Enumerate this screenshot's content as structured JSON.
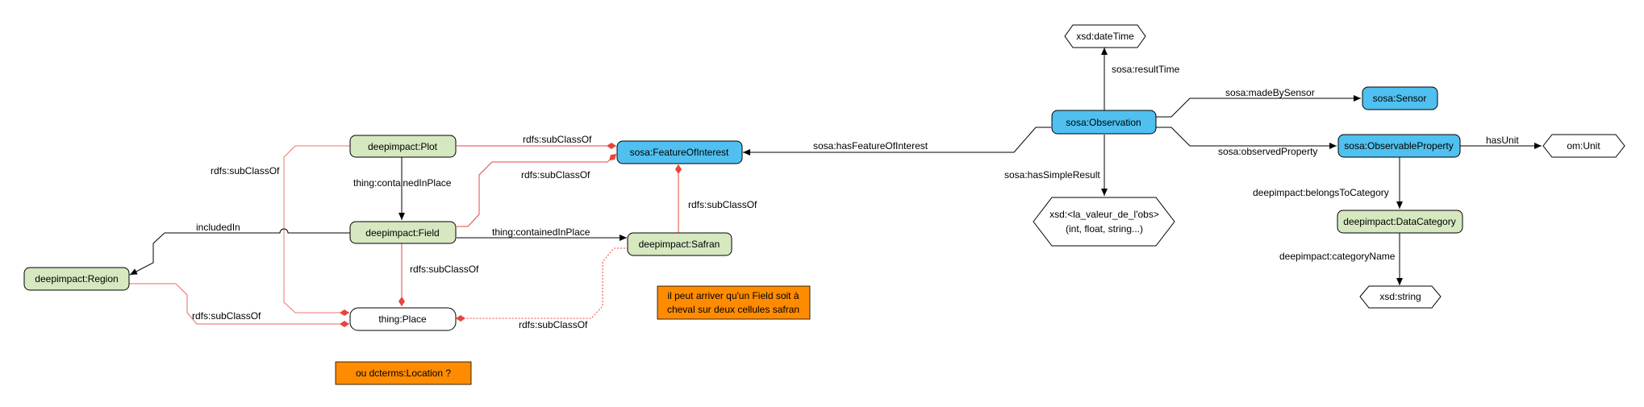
{
  "colors": {
    "green": "#d5e8c0",
    "blue": "#4fc0ef",
    "white": "#ffffff",
    "orange": "#ff8c00",
    "red": "#e8453c",
    "edge": "#000000",
    "outline": "#000000"
  },
  "nodes": {
    "plot": "deepimpact:Plot",
    "field": "deepimpact:Field",
    "region": "deepimpact:Region",
    "place": "thing:Place",
    "safran": "deepimpact:Safran",
    "foi": "sosa:FeatureOfInterest",
    "observation": "sosa:Observation",
    "datetime": "xsd:dateTime",
    "sensor": "sosa:Sensor",
    "observable_property": "sosa:ObservableProperty",
    "unit": "om:Unit",
    "value_line1": "xsd:<la_valeur_de_l'obs>",
    "value_line2": "(int, float, string...)",
    "data_category": "deepimpact:DataCategory",
    "string": "xsd:string"
  },
  "notes": {
    "field_note_line1": "il peut arriver qu'un Field soit à",
    "field_note_line2": "cheval sur deux cellules safran",
    "location_note": "ou dcterms:Location ?"
  },
  "edges": {
    "plot_subclass_foi": "rdfs:subClassOf",
    "field_subclass_foi": "rdfs:subClassOf",
    "plot_subclass_place": "rdfs:subClassOf",
    "plot_contained_field": "thing:containedInPlace",
    "field_included_region": "includedIn",
    "field_contained_safran": "thing:containedInPlace",
    "field_subclass_place": "rdfs:subClassOf",
    "region_subclass_place": "rdfs:subClassOf",
    "safran_subclass_place": "rdfs:subClassOf",
    "safran_subclass_foi": "rdfs:subClassOf",
    "obs_has_foi": "sosa:hasFeatureOfInterest",
    "obs_result_time": "sosa:resultTime",
    "obs_made_by_sensor": "sosa:madeBySensor",
    "obs_observed_property": "sosa:observedProperty",
    "obs_simple_result": "sosa:hasSimpleResult",
    "prop_has_unit": "hasUnit",
    "prop_belongs_category": "deepimpact:belongsToCategory",
    "category_name": "deepimpact:categoryName"
  }
}
